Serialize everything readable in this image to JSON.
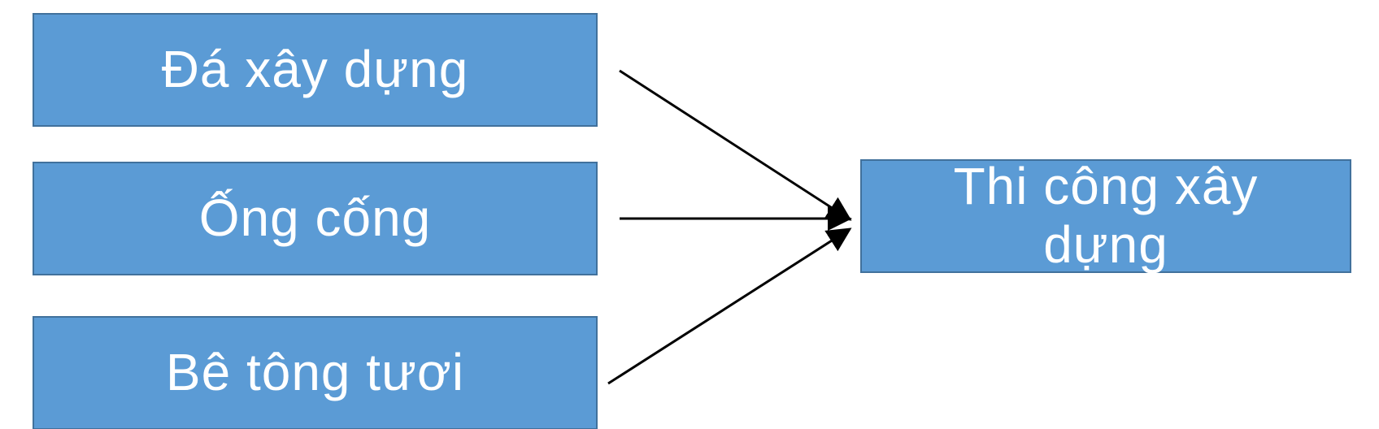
{
  "sources": [
    {
      "label": "Đá xây dựng"
    },
    {
      "label": "Ống cống"
    },
    {
      "label": "Bê tông tươi"
    }
  ],
  "target": {
    "label": "Thi công xây dựng"
  },
  "colors": {
    "box_fill": "#5b9bd5",
    "box_border": "#41719c",
    "box_text": "#ffffff",
    "arrow": "#000000"
  }
}
